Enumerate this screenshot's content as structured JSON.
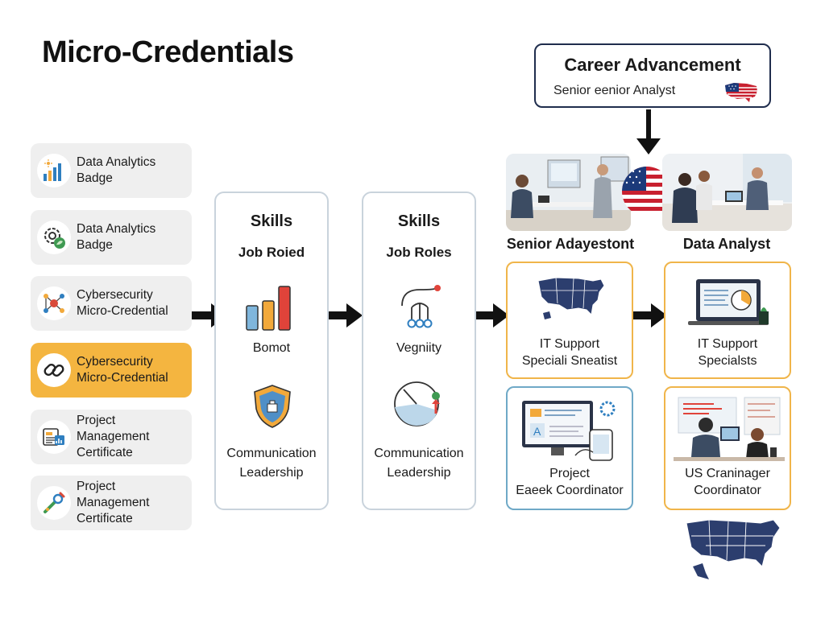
{
  "title": "Micro-Credentials",
  "career": {
    "title": "Career Advancement",
    "subtitle": "Senior eenior Analyst",
    "flag_icon": "us-flag-map-icon"
  },
  "credentials": [
    {
      "label": "Data Analytics\nBadge",
      "icon": "bar-chart-icon",
      "active": false
    },
    {
      "label": "Data Analytics\nBadge",
      "icon": "gear-leaf-icon",
      "active": false
    },
    {
      "label": "Cybersecurity\nMicro-Credential",
      "icon": "network-nodes-icon",
      "active": false
    },
    {
      "label": "Cybersecurity\nMicro-Credential",
      "icon": "chain-link-icon",
      "active": true
    },
    {
      "label": "Project Management\nCertificate",
      "icon": "document-chart-icon",
      "active": false
    },
    {
      "label": "Project\nManagement\nCertificate",
      "icon": "tools-icon",
      "active": false
    }
  ],
  "columns": [
    {
      "title": "Skills",
      "subtitle": "Job Roied",
      "middle": "Bomot",
      "bottom": "Communication\nLeadership",
      "top_icon": "bar-chart-icon",
      "bottom_icon": "shield-icon"
    },
    {
      "title": "Skills",
      "subtitle": "Job Roles",
      "middle": "Vegniity",
      "bottom": "Communication\nLeadership",
      "top_icon": "branch-nodes-icon",
      "bottom_icon": "gauge-icon"
    }
  ],
  "photos": [
    {
      "label": "Senior Adayestont"
    },
    {
      "label": "Data Analyst"
    }
  ],
  "roles": [
    {
      "label": "IT Support\nSpeciali Sneatist",
      "icon": "us-map-icon"
    },
    {
      "label": "IT Support\nSpecialsts",
      "icon": "laptop-chart-icon"
    },
    {
      "label": "Project\nEaeek Coordinator",
      "icon": "monitor-design-icon"
    },
    {
      "label": "US Craninager\nCoordinator",
      "icon": "office-workers-icon"
    }
  ],
  "colors": {
    "accent": "#f4b540",
    "navy": "#1f2d4d",
    "card_border_orange": "#f0b54a",
    "card_border_blue": "#6fa9c7",
    "column_border": "#c9d3dc"
  }
}
